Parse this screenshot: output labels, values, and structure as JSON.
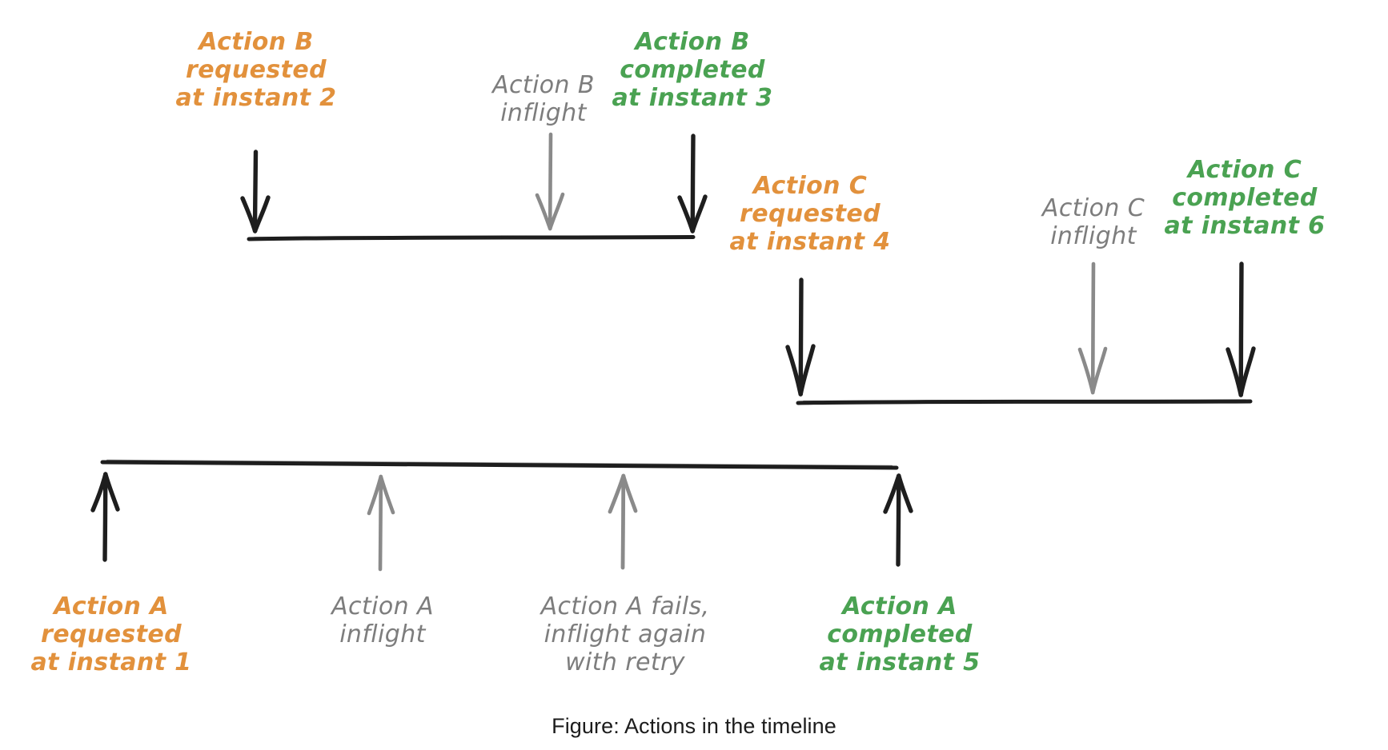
{
  "figure": {
    "caption": "Figure: Actions in the timeline",
    "background_color": "#ffffff",
    "colors": {
      "requested": "#e2913c",
      "inflight": "#7d7d7d",
      "completed": "#4aa252",
      "timeline": "#1e1e1e",
      "caption": "#1c1c1c"
    }
  },
  "timelines": {
    "action_b": {
      "name": "Action B",
      "labels": {
        "requested": "Action B\nrequested\nat instant 2",
        "inflight": "Action B\ninflight",
        "completed": "Action B\ncompleted\nat instant 3"
      }
    },
    "action_c": {
      "name": "Action C",
      "labels": {
        "requested": "Action C\nrequested\nat instant 4",
        "inflight": "Action C\ninflight",
        "completed": "Action C\ncompleted\nat instant 6"
      }
    },
    "action_a": {
      "name": "Action A",
      "labels": {
        "requested": "Action A\nrequested\nat instant 1",
        "inflight": "Action A\ninflight",
        "retry": "Action A fails,\ninflight again\nwith retry",
        "completed": "Action A\ncompleted\nat instant 5"
      }
    }
  },
  "instants": {
    "instant_1": "1",
    "instant_2": "2",
    "instant_3": "3",
    "instant_4": "4",
    "instant_5": "5",
    "instant_6": "6"
  }
}
